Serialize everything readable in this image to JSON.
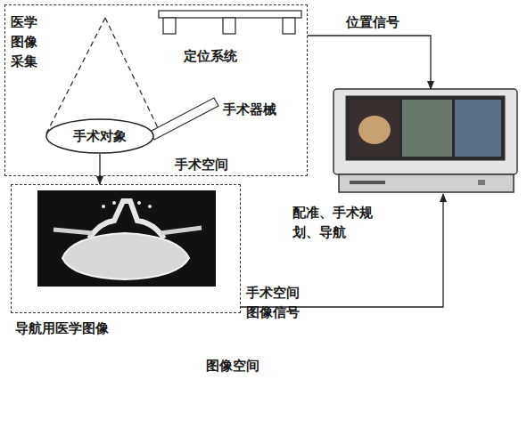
{
  "diagram": {
    "nodes": [
      {
        "text": [
          "手术空间"
        ]
      },
      {
        "text": [
          "手术对象"
        ],
        "in": 0
      },
      {
        "text": [
          "导航用医学图像",
          "图像空间"
        ]
      },
      {
        "text": [
          "配准、手术规划、导航"
        ]
      }
    ],
    "edges": [
      {
        "from": 1,
        "to": 2,
        "arrow": "to"
      },
      {
        "from": 0,
        "to": 3,
        "label": "位置信号",
        "arrow": "to"
      },
      {
        "from": 2,
        "to": 3,
        "label": "手术空间图像信号",
        "arrow": "to"
      }
    ],
    "labels": [
      "医学图像采集",
      "定位系统",
      "手术器械"
    ]
  }
}
